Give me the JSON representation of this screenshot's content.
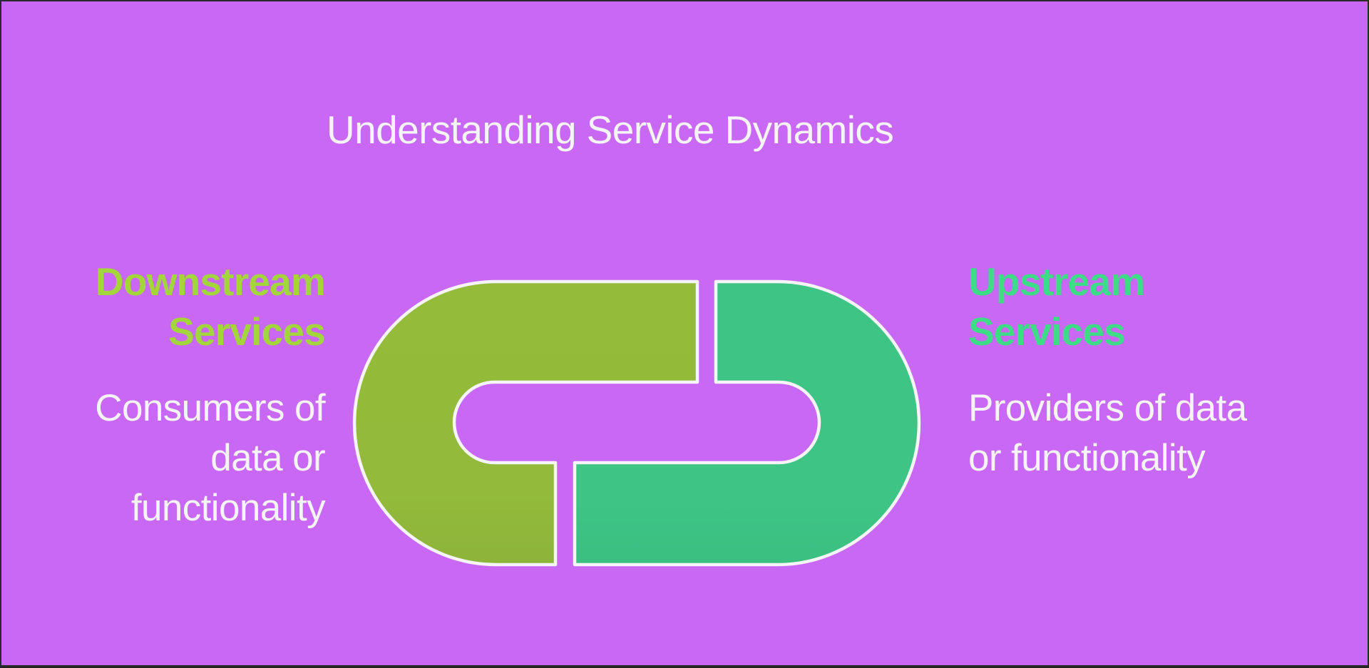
{
  "title": "Understanding Service Dynamics",
  "colors": {
    "background": "#c968f5",
    "frame_border": "#2a2a2a",
    "text": "#f5f4f6",
    "downstream_accent": "#a3d63b",
    "upstream_accent": "#3ddc86",
    "downstream_fill": "#93ba3a",
    "upstream_fill": "#3ec585",
    "outline": "#f5f4f6"
  },
  "downstream": {
    "heading_lines": [
      "Downstream",
      "Services"
    ],
    "description_lines": [
      "Consumers of",
      "data or",
      "functionality"
    ],
    "icon": "chain-link-left-half"
  },
  "upstream": {
    "heading_lines": [
      "Upstream",
      "Services"
    ],
    "description_lines": [
      "Providers of data",
      "or functionality"
    ],
    "icon": "chain-link-right-half"
  }
}
